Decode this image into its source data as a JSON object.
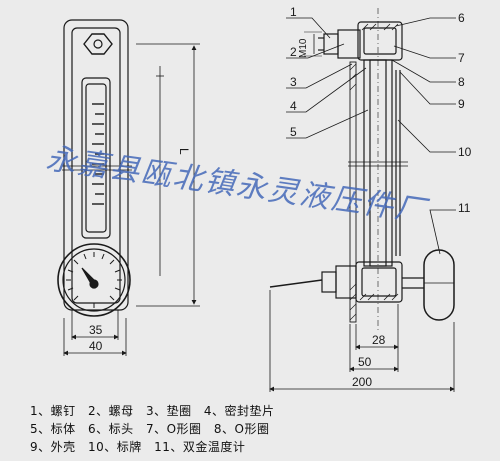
{
  "diagram": {
    "dimensions": {
      "thread": "M10",
      "width_35": "35",
      "width_40": "40",
      "d_28": "28",
      "d_50": "50",
      "d_200": "200",
      "height_L": "L"
    },
    "callouts": [
      "1",
      "2",
      "3",
      "4",
      "5",
      "6",
      "7",
      "8",
      "9",
      "10",
      "11"
    ]
  },
  "watermark": "永嘉县瓯北镇永灵液压件厂",
  "legend": {
    "rows": [
      [
        "1、螺钉",
        "2、螺母",
        "3、垫圈",
        "4、密封垫片"
      ],
      [
        "5、标体",
        "6、标头",
        "7、O形圈",
        "8、O形圈"
      ],
      [
        "9、外壳",
        "10、标牌",
        "11、双金温度计"
      ]
    ]
  },
  "colors": {
    "line": "#1a1a1a",
    "watermark": "#4468b8",
    "background": "#ebebeb"
  }
}
